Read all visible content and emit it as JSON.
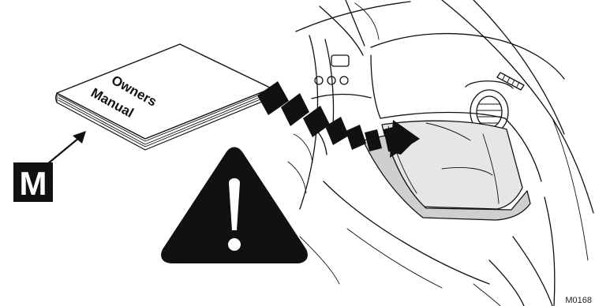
{
  "book": {
    "line1": "Owners",
    "line2": "Manual"
  },
  "marker": {
    "label": "M"
  },
  "figure": {
    "ref": "M0168"
  },
  "colors": {
    "ink": "#111111",
    "glovebox_fill": "#e6e6e6",
    "marker_bg": "#111111"
  },
  "icons": {
    "warning": "warning-triangle-icon",
    "arrow": "dashed-arrow-icon"
  }
}
